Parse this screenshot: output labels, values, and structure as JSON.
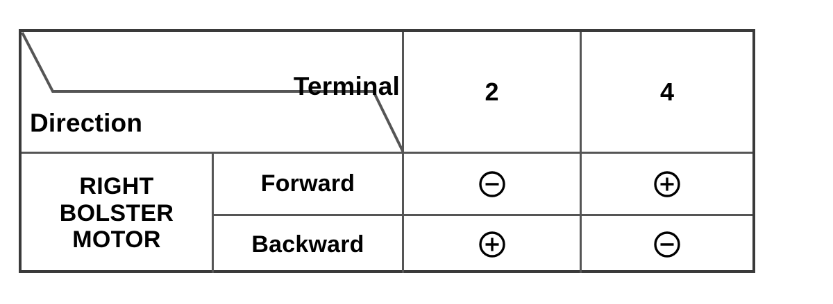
{
  "table": {
    "corner": {
      "column_axis_label": "Terminal",
      "row_axis_label": "Direction",
      "divider_icon": "diagonal-split-line"
    },
    "terminal_headers": [
      "2",
      "4"
    ],
    "group_label": "RIGHT\nBOLSTER\nMOTOR",
    "group_label_lines": [
      "RIGHT",
      "BOLSTER",
      "MOTOR"
    ],
    "rows": [
      {
        "direction": "Forward",
        "polarity": [
          "circled-minus",
          "circled-plus"
        ],
        "polarity_text": [
          "⊖",
          "⊕"
        ]
      },
      {
        "direction": "Backward",
        "polarity": [
          "circled-plus",
          "circled-minus"
        ],
        "polarity_text": [
          "⊕",
          "⊖"
        ]
      }
    ]
  },
  "colors": {
    "background": "#ffffff",
    "ink": "#000000",
    "border": "#3a3a3a",
    "gridline": "#555555"
  }
}
